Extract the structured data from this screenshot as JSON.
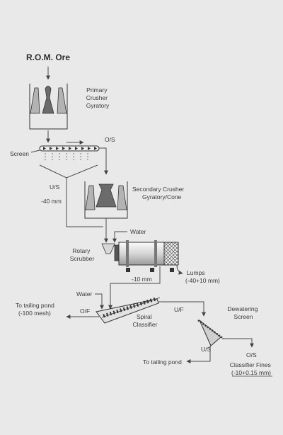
{
  "title": "R.O.M. Ore",
  "labels": {
    "primary_crusher": [
      "Primary",
      "Crusher",
      "Gyratory"
    ],
    "screen": "Screen",
    "screen_os": "O/S",
    "screen_us": "U/S",
    "minus40": "-40 mm",
    "secondary_crusher": [
      "Secondary Crusher",
      "Gyratory/Cone"
    ],
    "water_scrubber": "Water",
    "rotary_scrubber": [
      "Rotary",
      "Scrubber"
    ],
    "lumps": [
      "Lumps",
      "(-40+10 mm)"
    ],
    "minus10": "-10 mm",
    "water_classifier": "Water",
    "tailing_pond_1": [
      "To tailing pond",
      "(-100 mesh)"
    ],
    "classifier_of": "O/F",
    "classifier_uf": "U/F",
    "spiral_classifier": [
      "Spiral",
      "Classifier"
    ],
    "dewatering_screen": [
      "Dewatering",
      "Screen"
    ],
    "dewater_us": "U/S",
    "dewater_os": "O/S",
    "tailing_pond_2": "To tailing pond",
    "classifier_fines": [
      "Classifier Fines",
      "(-10+0.15 mm)"
    ]
  }
}
